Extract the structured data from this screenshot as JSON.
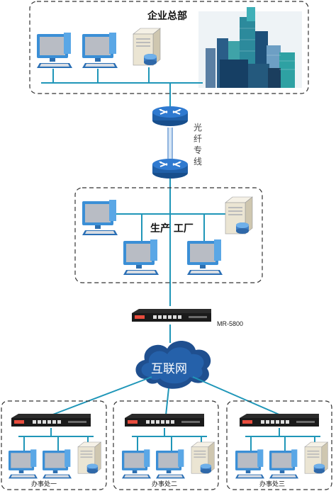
{
  "headquarters": {
    "label": "企业总部"
  },
  "fiber_link": {
    "label": "光纤专线",
    "chars": [
      "光",
      "纤",
      "专",
      "线"
    ]
  },
  "factory": {
    "label": "生产 工厂"
  },
  "core_device": {
    "model": "MR-5800"
  },
  "internet": {
    "label": "互联网"
  },
  "offices": [
    {
      "label": "办事处一"
    },
    {
      "label": "办事处二"
    },
    {
      "label": "办事处三"
    }
  ],
  "colors": {
    "link": "#1f96b8",
    "cloud": "#1f4f8f",
    "router": "#1f5fa8",
    "monitor_frame": "#3b8fd6",
    "screen": "#b8bcc4",
    "server": "#e9e3d4",
    "zone_border": "#333333"
  }
}
